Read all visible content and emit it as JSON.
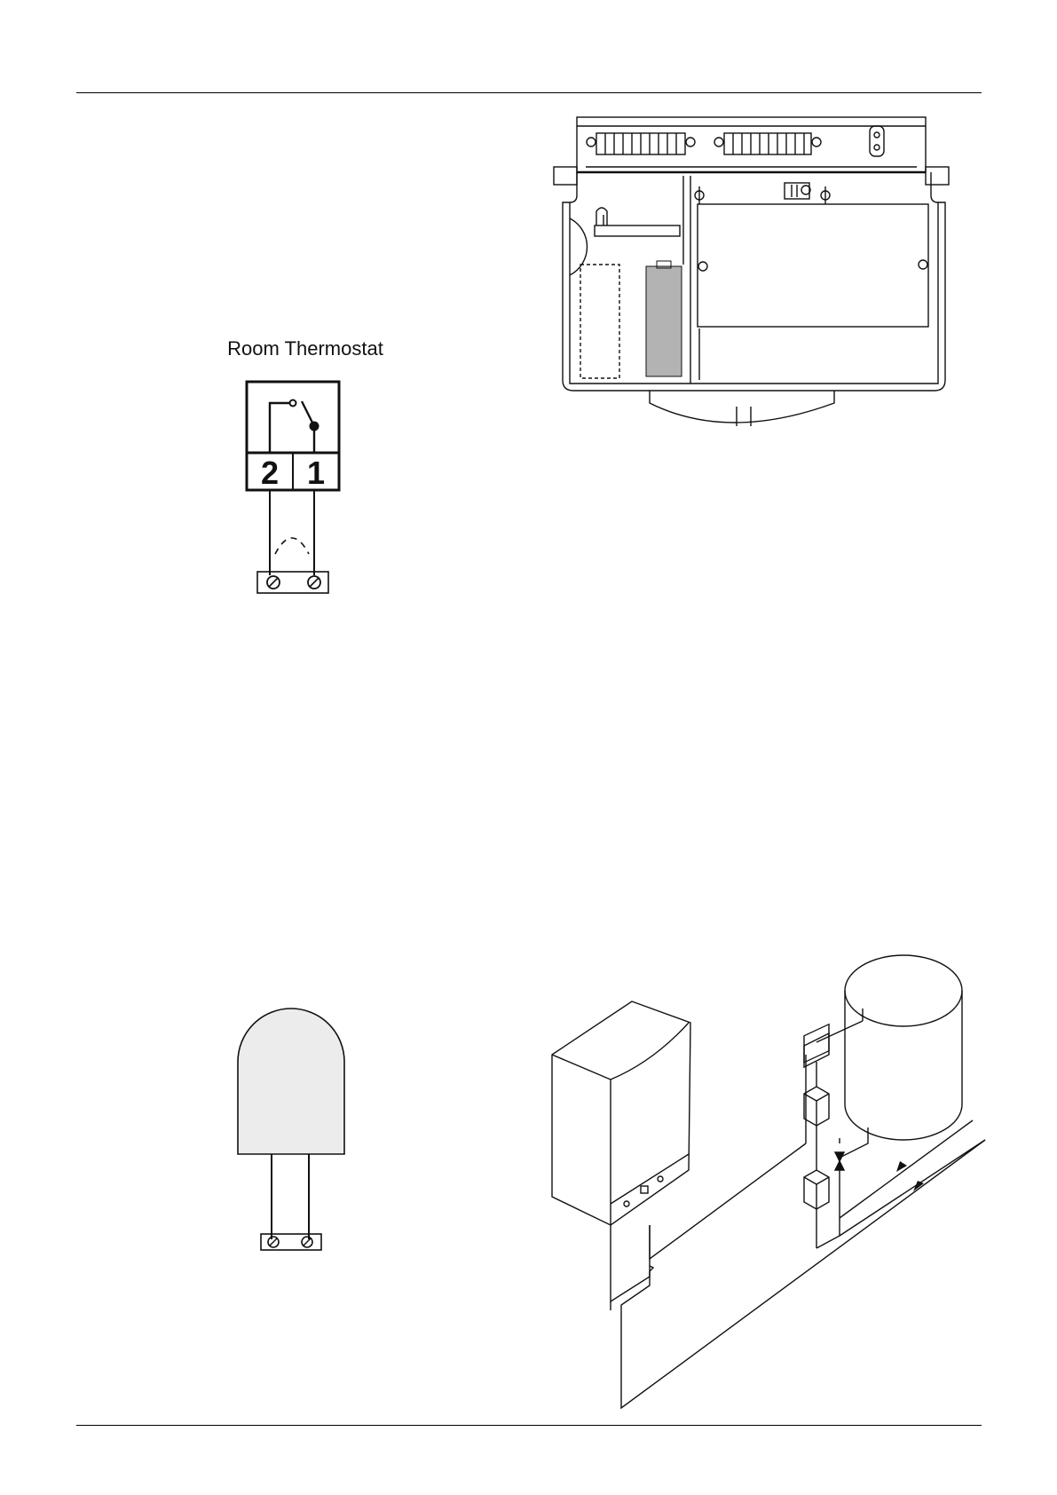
{
  "room_thermostat": {
    "title": "Room Thermostat",
    "terminals": [
      "2",
      "1"
    ]
  },
  "colors": {
    "line": "#111111",
    "shaded_board": "#b3b3b3",
    "sensor_fill": "#ececec"
  },
  "icons": [
    "switch-icon",
    "screw-terminal-icon",
    "arrow-flow-icon",
    "valve-icon"
  ]
}
